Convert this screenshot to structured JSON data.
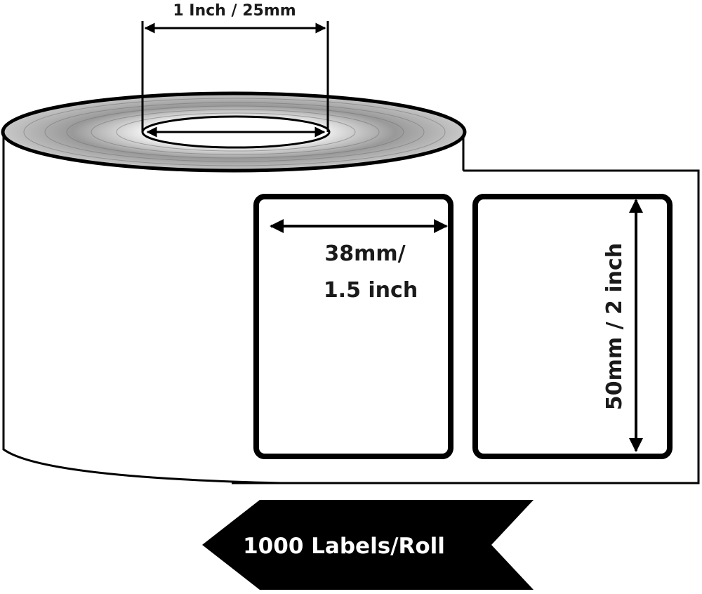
{
  "core_dimension": "1 Inch / 25mm",
  "label_width_line1": "38mm/",
  "label_width_line2": "1.5 inch",
  "label_height": "50mm / 2 inch",
  "banner": "1000 Labels/Roll",
  "colors": {
    "ink": "#000000",
    "roll_gray": "#9a9a9a",
    "banner_text": "#ffffff"
  }
}
